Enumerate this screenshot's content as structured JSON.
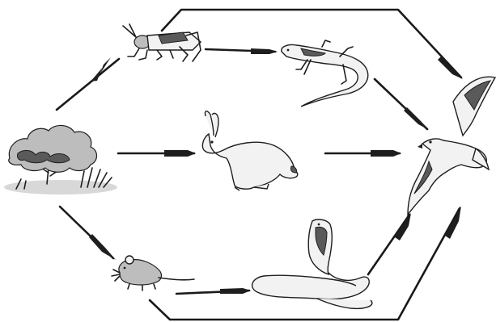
{
  "diagram": {
    "type": "food-web",
    "nodes": [
      {
        "id": "plant",
        "icon": "shrub-icon"
      },
      {
        "id": "grasshopper",
        "icon": "grasshopper-icon"
      },
      {
        "id": "rabbit",
        "icon": "rabbit-icon"
      },
      {
        "id": "mouse",
        "icon": "mouse-icon"
      },
      {
        "id": "lizard",
        "icon": "lizard-icon"
      },
      {
        "id": "snake",
        "icon": "cobra-icon"
      },
      {
        "id": "hawk",
        "icon": "hawk-icon"
      }
    ],
    "edges": [
      {
        "from": "plant",
        "to": "grasshopper"
      },
      {
        "from": "plant",
        "to": "rabbit"
      },
      {
        "from": "plant",
        "to": "mouse"
      },
      {
        "from": "grasshopper",
        "to": "lizard"
      },
      {
        "from": "grasshopper",
        "to": "hawk"
      },
      {
        "from": "lizard",
        "to": "hawk"
      },
      {
        "from": "rabbit",
        "to": "hawk"
      },
      {
        "from": "mouse",
        "to": "snake"
      },
      {
        "from": "mouse",
        "to": "hawk"
      },
      {
        "from": "snake",
        "to": "hawk"
      }
    ],
    "colors": {
      "ink": "#1a1a1a",
      "background": "#ffffff"
    }
  }
}
